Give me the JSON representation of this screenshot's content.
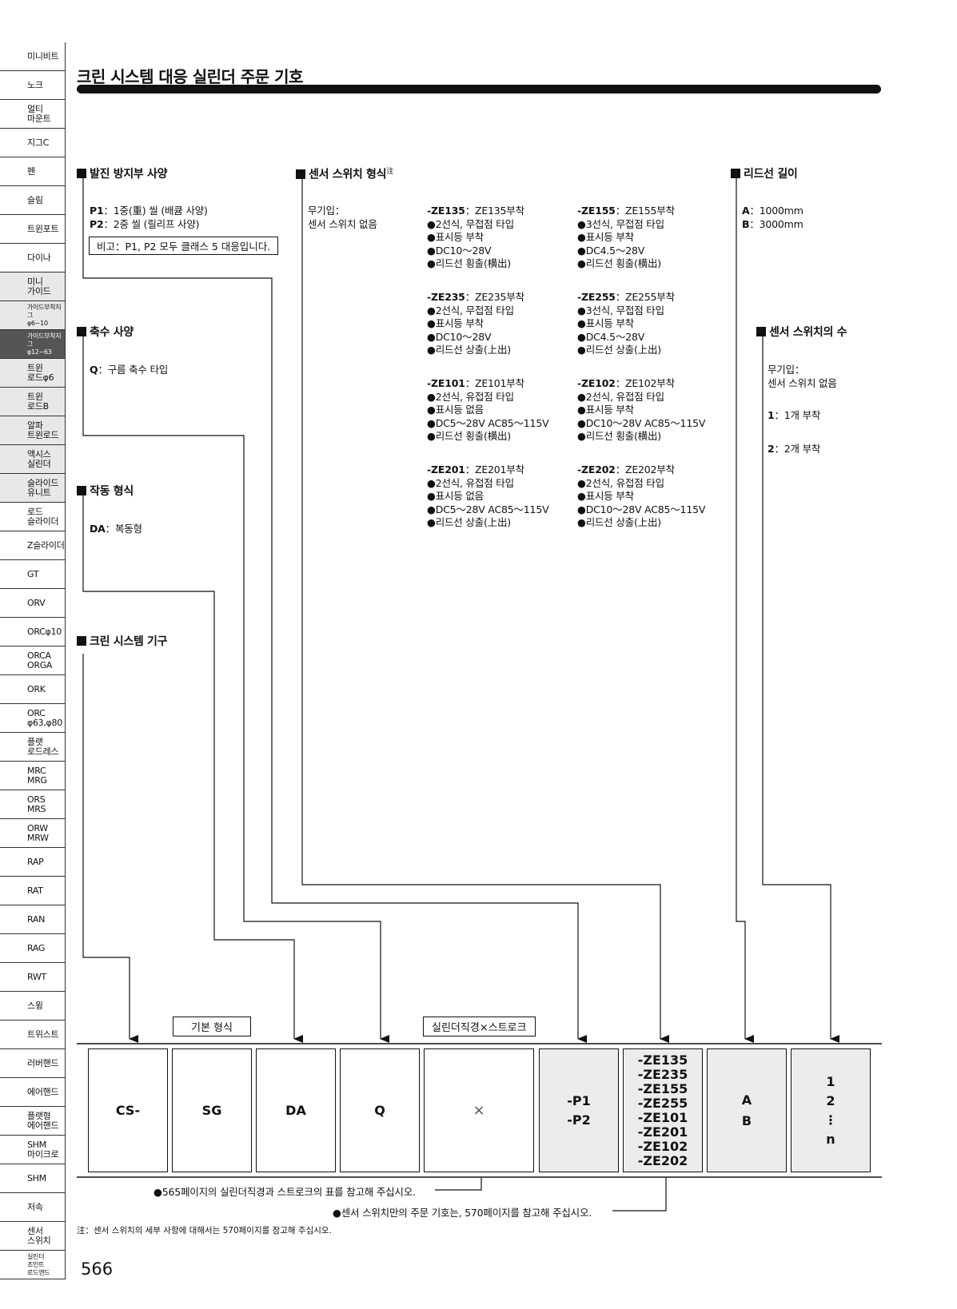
{
  "sidebar": [
    {
      "label": "미니비트"
    },
    {
      "label": "노크"
    },
    {
      "label": "멀티\n마운트"
    },
    {
      "label": "지그C"
    },
    {
      "label": "펜"
    },
    {
      "label": "슬림"
    },
    {
      "label": "트윈포트"
    },
    {
      "label": "다이나"
    },
    {
      "label": "미니\n가이드",
      "hl": true
    },
    {
      "label": "가이드부착지그\nφ6~10",
      "small": true,
      "hl": true
    },
    {
      "label": "가이드부착지그\nφ12~63",
      "small": true,
      "active": true
    },
    {
      "label": "트윈\n로드φ6",
      "hl": true
    },
    {
      "label": "트윈\n로드B",
      "hl": true
    },
    {
      "label": "알파\n트윈로드",
      "hl": true
    },
    {
      "label": "액시스\n실린더",
      "hl": true
    },
    {
      "label": "슬라이드\n유니트",
      "hl": true
    },
    {
      "label": "로드\n슬라이더"
    },
    {
      "label": "Z슬라이더"
    },
    {
      "label": "GT"
    },
    {
      "label": "ORV"
    },
    {
      "label": "ORCφ10"
    },
    {
      "label": "ORCA\nORGA"
    },
    {
      "label": "ORK"
    },
    {
      "label": "ORC\nφ63,φ80"
    },
    {
      "label": "플랫\n로드레스"
    },
    {
      "label": "MRC\nMRG"
    },
    {
      "label": "ORS\nMRS"
    },
    {
      "label": "ORW\nMRW"
    },
    {
      "label": "RAP"
    },
    {
      "label": "RAT"
    },
    {
      "label": "RAN"
    },
    {
      "label": "RAG"
    },
    {
      "label": "RWT"
    },
    {
      "label": "스윙"
    },
    {
      "label": "트위스트"
    },
    {
      "label": "러버핸드"
    },
    {
      "label": "에어핸드"
    },
    {
      "label": "플랫형\n에어핸드"
    },
    {
      "label": "SHM\n마이크로"
    },
    {
      "label": "SHM"
    },
    {
      "label": "저속"
    },
    {
      "label": "센서\n스위치"
    },
    {
      "label": "실린더\n조인트\n로드엔드",
      "small": true
    }
  ],
  "title": "크린 시스템 대응 실린더 주문 기호",
  "sections": {
    "anti_dust": {
      "heading": "발진 방지부 사양",
      "p1_code": "P1",
      "p1_desc": "：1중(重) 씰 (배큠 사양)",
      "p2_code": "P2",
      "p2_desc": "：2중 씰 (릴리프 사양)",
      "note": "비고：P1, P2 모두 클래스 5 대응입니다."
    },
    "shaft": {
      "heading": "축수 사양",
      "q_code": "Q",
      "q_desc": "：구름 축수 타입"
    },
    "action": {
      "heading": "작동 형식",
      "da_code": "DA",
      "da_desc": "：복동형"
    },
    "clean": {
      "heading": "크린 시스템 기구"
    },
    "sensor": {
      "heading": "센서 스위치 형식",
      "heading_note": "注",
      "none_1": "무기입：",
      "none_2": "센서 스위치 없음",
      "items": [
        {
          "code": "-ZE135",
          "desc": "：ZE135부착",
          "lines": [
            "●2선식, 무접점 타입",
            "●표시등 부착",
            "●DC10～28V",
            "●리드선 횡출(横出)"
          ]
        },
        {
          "code": "-ZE155",
          "desc": "：ZE155부착",
          "lines": [
            "●3선식, 무접점 타입",
            "●표시등 부착",
            "●DC4.5～28V",
            "●리드선 횡출(横出)"
          ]
        },
        {
          "code": "-ZE235",
          "desc": "：ZE235부착",
          "lines": [
            "●2선식, 무접점 타입",
            "●표시등 부착",
            "●DC10～28V",
            "●리드선 상출(上出)"
          ]
        },
        {
          "code": "-ZE255",
          "desc": "：ZE255부착",
          "lines": [
            "●3선식, 무접점 타입",
            "●표시등 부착",
            "●DC4.5～28V",
            "●리드선 상출(上出)"
          ]
        },
        {
          "code": "-ZE101",
          "desc": "：ZE101부착",
          "lines": [
            "●2선식, 유접점 타입",
            "●표시등 없음",
            "●DC5～28V AC85～115V",
            "●리드선 횡출(横出)"
          ]
        },
        {
          "code": "-ZE102",
          "desc": "：ZE102부착",
          "lines": [
            "●2선식, 유접점 타입",
            "●표시등 부착",
            "●DC10～28V AC85～115V",
            "●리드선 횡출(横出)"
          ]
        },
        {
          "code": "-ZE201",
          "desc": "：ZE201부착",
          "lines": [
            "●2선식, 유접점 타입",
            "●표시등 없음",
            "●DC5～28V AC85～115V",
            "●리드선 상출(上出)"
          ]
        },
        {
          "code": "-ZE202",
          "desc": "：ZE202부착",
          "lines": [
            "●2선식, 유접점 타입",
            "●표시등 부착",
            "●DC10～28V AC85～115V",
            "●리드선 상출(上出)"
          ]
        }
      ]
    },
    "lead": {
      "heading": "리드선 길이",
      "a_code": "A",
      "a_desc": "：1000mm",
      "b_code": "B",
      "b_desc": "：3000mm"
    },
    "count": {
      "heading": "센서 스위치의 수",
      "none_1": "무기입：",
      "none_2": "센서 스위치 없음",
      "one_code": "1",
      "one_desc": "：1개 부착",
      "two_code": "2",
      "two_desc": "：2개 부착"
    }
  },
  "labels": {
    "basic": "기본 형식",
    "bore_stroke": "실린더직경×스트로크"
  },
  "code_boxes": {
    "cs": "CS-",
    "sg": "SG",
    "da": "DA",
    "q": "Q",
    "x": "×",
    "p": [
      "-P1",
      "-P2"
    ],
    "ze": [
      "-ZE135",
      "-ZE235",
      "-ZE155",
      "-ZE255",
      "-ZE101",
      "-ZE201",
      "-ZE102",
      "-ZE202"
    ],
    "ab": [
      "A",
      "B"
    ],
    "n": [
      "1",
      "2",
      "⋮",
      "n"
    ]
  },
  "footer": {
    "ref1": "●565페이지의 실린더직경과 스트로크의 표를 참고해 주십시오.",
    "ref2": "●센서 스위치만의 주문 기호는, 570페이지를 참고해 주십시오.",
    "footnote": "注：센서 스위치의 세부 사항에 대해서는 570페이지를 참고해 주십시오.",
    "page": "566"
  }
}
